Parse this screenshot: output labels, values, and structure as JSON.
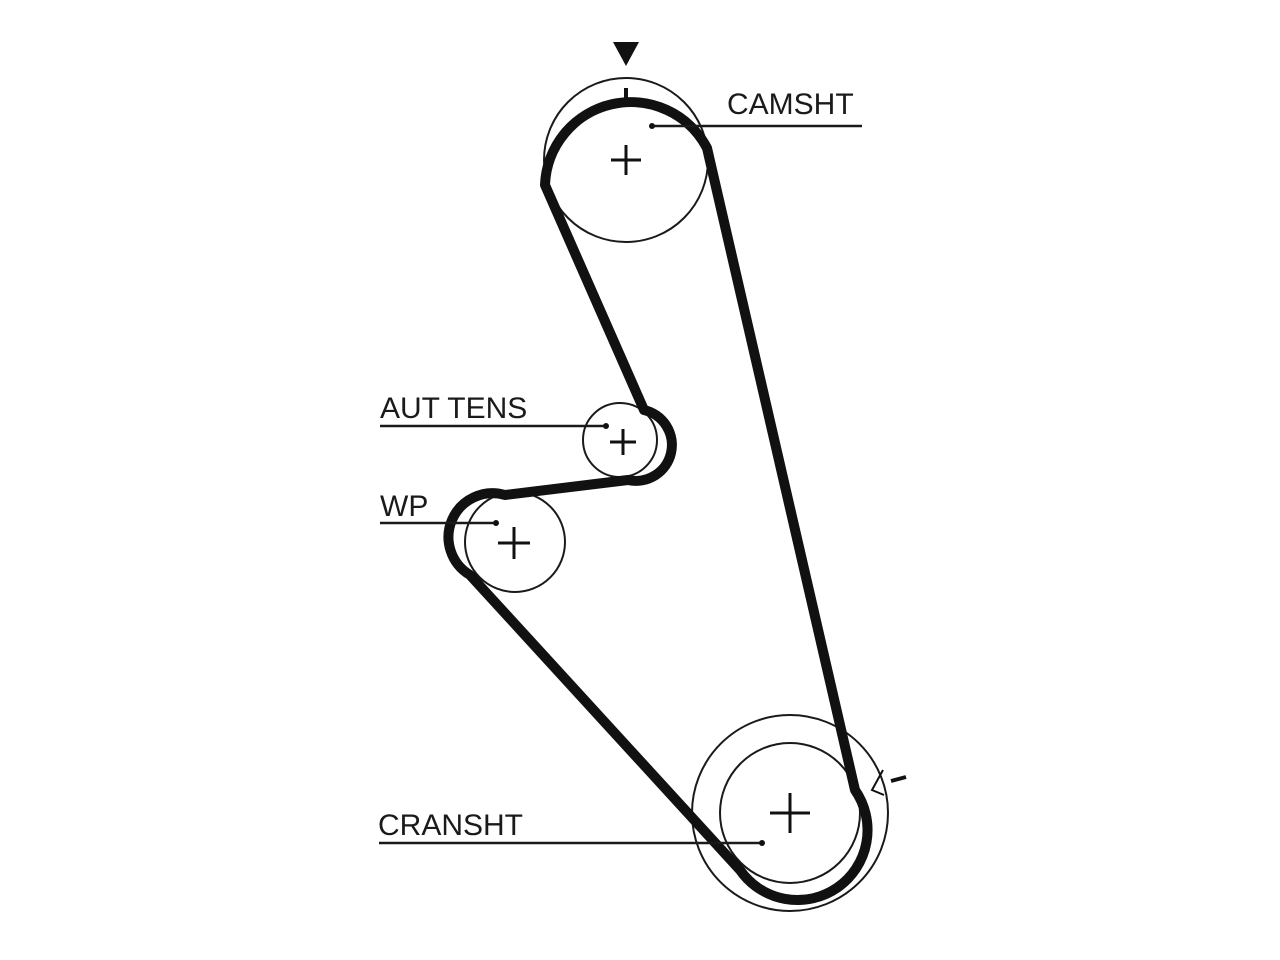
{
  "diagram": {
    "labels": {
      "camshaft": "CAMSHT",
      "tensioner": "AUT TENS",
      "water_pump": "WP",
      "crankshaft": "CRANSHT"
    },
    "colors": {
      "line": "#111111",
      "background": "#ffffff"
    }
  }
}
